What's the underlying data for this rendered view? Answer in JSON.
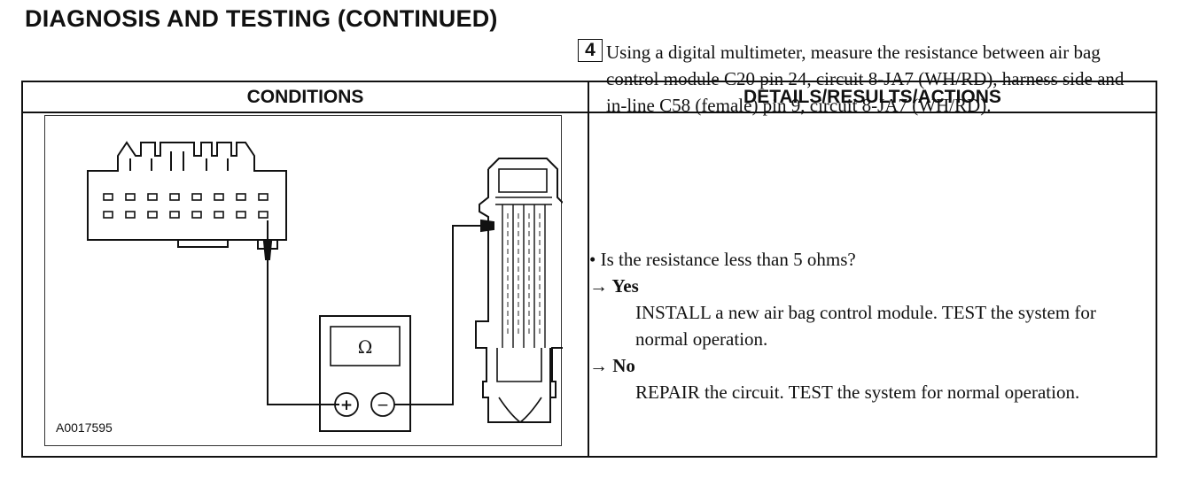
{
  "page": {
    "title": "DIAGNOSIS AND TESTING (CONTINUED)"
  },
  "table": {
    "headers": {
      "conditions": "CONDITIONS",
      "details": "DETAILS/RESULTS/ACTIONS"
    }
  },
  "figure": {
    "id": "A0017595",
    "meter_symbol": "Ω",
    "positive_terminal": "+",
    "negative_terminal": "−"
  },
  "step": {
    "number": "4",
    "instruction": "Using a digital multimeter, measure the resistance between air bag control module C20 pin 24, circuit 8-JA7 (WH/RD), harness side and in-line C58 (female) pin 9, circuit 8-JA7 (WH/RD).",
    "question": "• Is the resistance less than 5 ohms?",
    "answers": {
      "yes_label": "→ Yes",
      "yes_action": "INSTALL a new air bag control module. TEST the system for normal operation.",
      "no_label": "→ No",
      "no_action": "REPAIR the circuit. TEST the system for normal operation."
    }
  }
}
